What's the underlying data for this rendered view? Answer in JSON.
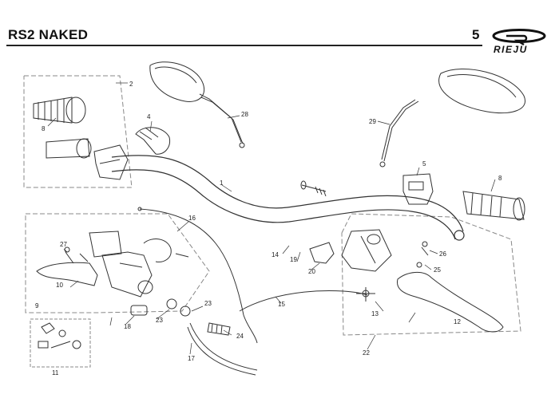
{
  "header": {
    "title": "RS2 NAKED",
    "page_number": "5",
    "brand": "RIEJU"
  },
  "callouts": {
    "c1": "1",
    "c2": "2",
    "c4": "4",
    "c5": "5",
    "c8a": "8",
    "c8b": "8",
    "c9": "9",
    "c10": "10",
    "c11": "11",
    "c12": "12",
    "c13": "13",
    "c14": "14",
    "c15": "15",
    "c16": "16",
    "c17": "17",
    "c18": "18",
    "c19": "19",
    "c20": "20",
    "c22": "22",
    "c23a": "23",
    "c23b": "23",
    "c24": "24",
    "c25": "25",
    "c26": "26",
    "c27": "27",
    "c28": "28",
    "c29": "29"
  }
}
